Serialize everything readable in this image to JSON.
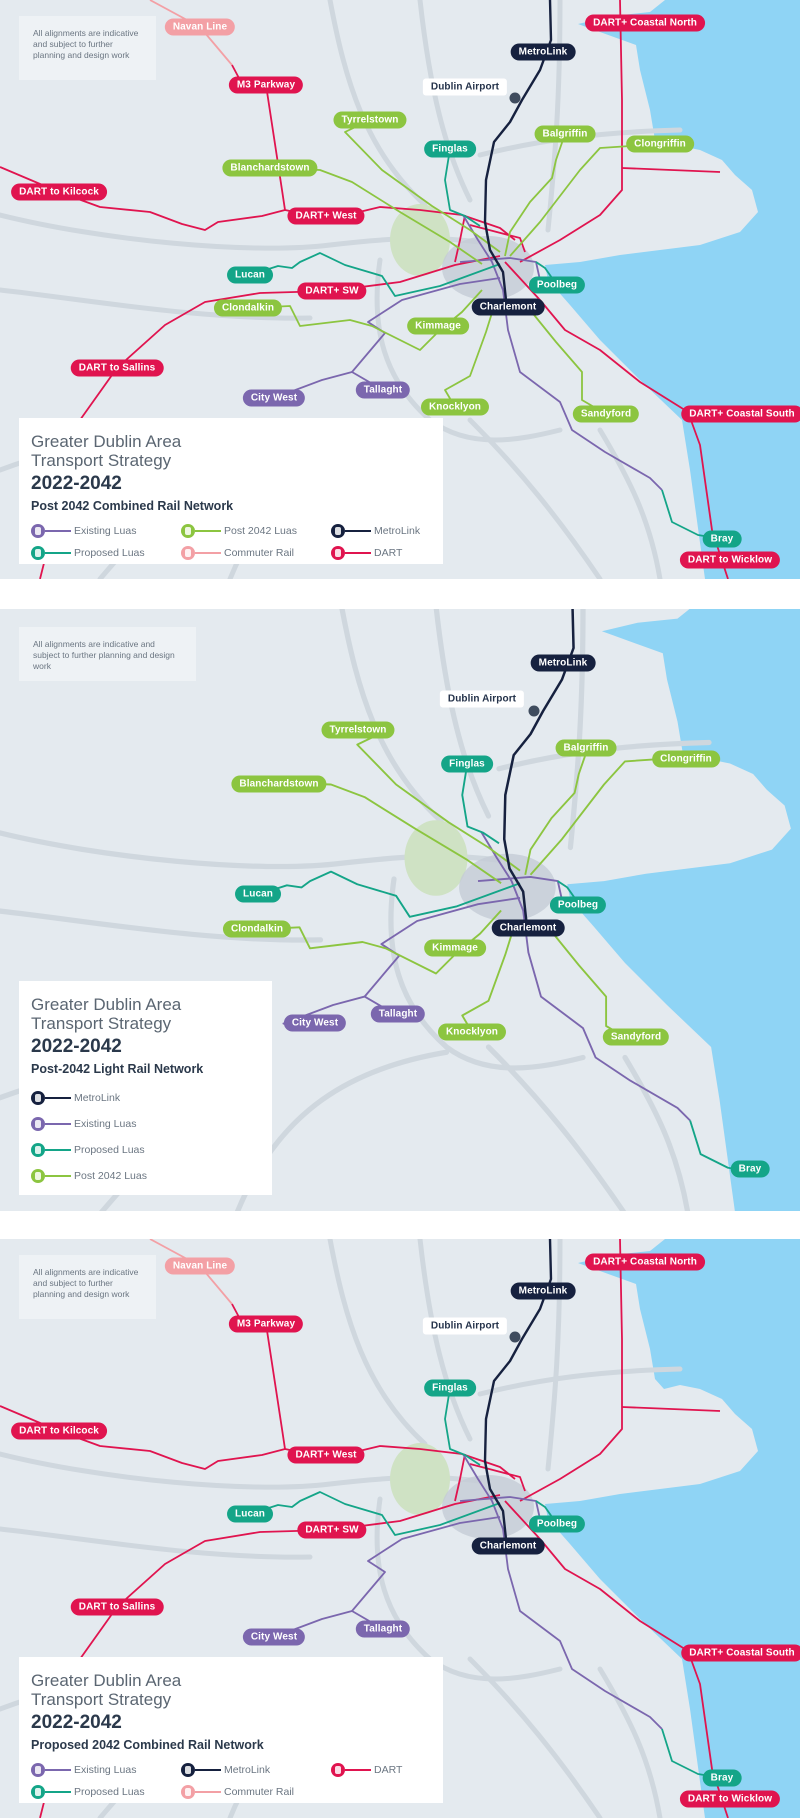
{
  "colors": {
    "dart": "#e0144f",
    "commuter": "#f3a0a5",
    "metro": "#16213f",
    "existing": "#7b67ae",
    "proposed": "#14a588",
    "post": "#8cc540",
    "sea": "#8fd4f5",
    "land": "#e4eaef"
  },
  "panels": [
    {
      "note": "All alignments are indicative and subject to further planning and design work",
      "title_line1": "Greater Dublin Area",
      "title_line2": "Transport Strategy",
      "years": "2022-2042",
      "subtitle": "Post 2042 Combined Rail Network",
      "legend": [
        {
          "label": "Existing Luas",
          "type": "existing"
        },
        {
          "label": "Proposed Luas",
          "type": "proposed"
        },
        {
          "label": "Post 2042 Luas",
          "type": "post"
        },
        {
          "label": "Commuter Rail",
          "type": "commuter"
        },
        {
          "label": "MetroLink",
          "type": "metro"
        },
        {
          "label": "DART",
          "type": "dart"
        }
      ],
      "labels": [
        {
          "text": "Navan Line",
          "type": "commuter"
        },
        {
          "text": "DART+ Coastal North",
          "type": "dart"
        },
        {
          "text": "MetroLink",
          "type": "metro"
        },
        {
          "text": "Dublin Airport",
          "type": "airport"
        },
        {
          "text": "M3 Parkway",
          "type": "dart"
        },
        {
          "text": "Tyrrelstown",
          "type": "post"
        },
        {
          "text": "Finglas",
          "type": "proposed"
        },
        {
          "text": "Balgriffin",
          "type": "post"
        },
        {
          "text": "Clongriffin",
          "type": "post"
        },
        {
          "text": "Blanchardstown",
          "type": "post"
        },
        {
          "text": "DART to Kilcock",
          "type": "dart"
        },
        {
          "text": "DART+ West",
          "type": "dart"
        },
        {
          "text": "Lucan",
          "type": "proposed"
        },
        {
          "text": "DART+ SW",
          "type": "dart"
        },
        {
          "text": "Poolbeg",
          "type": "proposed"
        },
        {
          "text": "Clondalkin",
          "type": "post"
        },
        {
          "text": "Charlemont",
          "type": "metro"
        },
        {
          "text": "Kimmage",
          "type": "post"
        },
        {
          "text": "DART to Sallins",
          "type": "dart"
        },
        {
          "text": "Tallaght",
          "type": "existing"
        },
        {
          "text": "City West",
          "type": "existing"
        },
        {
          "text": "Knocklyon",
          "type": "post"
        },
        {
          "text": "Sandyford",
          "type": "post"
        },
        {
          "text": "DART+ Coastal South",
          "type": "dart"
        },
        {
          "text": "Bray",
          "type": "proposed"
        },
        {
          "text": "DART to Wicklow",
          "type": "dart"
        }
      ]
    },
    {
      "note": "All alignments are indicative and subject to further planning and design work",
      "title_line1": "Greater Dublin Area",
      "title_line2": "Transport Strategy",
      "years": "2022-2042",
      "subtitle": "Post-2042 Light Rail Network",
      "legend": [
        {
          "label": "MetroLink",
          "type": "metro"
        },
        {
          "label": "Existing Luas",
          "type": "existing"
        },
        {
          "label": "Proposed Luas",
          "type": "proposed"
        },
        {
          "label": "Post 2042 Luas",
          "type": "post"
        }
      ],
      "labels": [
        {
          "text": "MetroLink",
          "type": "metro"
        },
        {
          "text": "Dublin Airport",
          "type": "airport"
        },
        {
          "text": "Tyrrelstown",
          "type": "post"
        },
        {
          "text": "Finglas",
          "type": "proposed"
        },
        {
          "text": "Balgriffin",
          "type": "post"
        },
        {
          "text": "Clongriffin",
          "type": "post"
        },
        {
          "text": "Blanchardstown",
          "type": "post"
        },
        {
          "text": "Lucan",
          "type": "proposed"
        },
        {
          "text": "Poolbeg",
          "type": "proposed"
        },
        {
          "text": "Clondalkin",
          "type": "post"
        },
        {
          "text": "Charlemont",
          "type": "metro"
        },
        {
          "text": "Kimmage",
          "type": "post"
        },
        {
          "text": "Tallaght",
          "type": "existing"
        },
        {
          "text": "City West",
          "type": "existing"
        },
        {
          "text": "Knocklyon",
          "type": "post"
        },
        {
          "text": "Sandyford",
          "type": "post"
        },
        {
          "text": "Bray",
          "type": "proposed"
        }
      ]
    },
    {
      "note": "All alignments are indicative and subject to further planning and design work",
      "title_line1": "Greater Dublin Area",
      "title_line2": "Transport Strategy",
      "years": "2022-2042",
      "subtitle": "Proposed 2042 Combined Rail Network",
      "legend": [
        {
          "label": "Existing Luas",
          "type": "existing"
        },
        {
          "label": "Proposed Luas",
          "type": "proposed"
        },
        {
          "label": "MetroLink",
          "type": "metro"
        },
        {
          "label": "Commuter Rail",
          "type": "commuter"
        },
        {
          "label": "DART",
          "type": "dart"
        }
      ],
      "labels": [
        {
          "text": "Navan Line",
          "type": "commuter"
        },
        {
          "text": "DART+ Coastal North",
          "type": "dart"
        },
        {
          "text": "MetroLink",
          "type": "metro"
        },
        {
          "text": "Dublin Airport",
          "type": "airport"
        },
        {
          "text": "M3 Parkway",
          "type": "dart"
        },
        {
          "text": "Finglas",
          "type": "proposed"
        },
        {
          "text": "DART to Kilcock",
          "type": "dart"
        },
        {
          "text": "DART+ West",
          "type": "dart"
        },
        {
          "text": "Lucan",
          "type": "proposed"
        },
        {
          "text": "DART+ SW",
          "type": "dart"
        },
        {
          "text": "Poolbeg",
          "type": "proposed"
        },
        {
          "text": "Charlemont",
          "type": "metro"
        },
        {
          "text": "DART to Sallins",
          "type": "dart"
        },
        {
          "text": "Tallaght",
          "type": "existing"
        },
        {
          "text": "City West",
          "type": "existing"
        },
        {
          "text": "DART+ Coastal South",
          "type": "dart"
        },
        {
          "text": "Bray",
          "type": "proposed"
        },
        {
          "text": "DART to Wicklow",
          "type": "dart"
        }
      ]
    }
  ]
}
